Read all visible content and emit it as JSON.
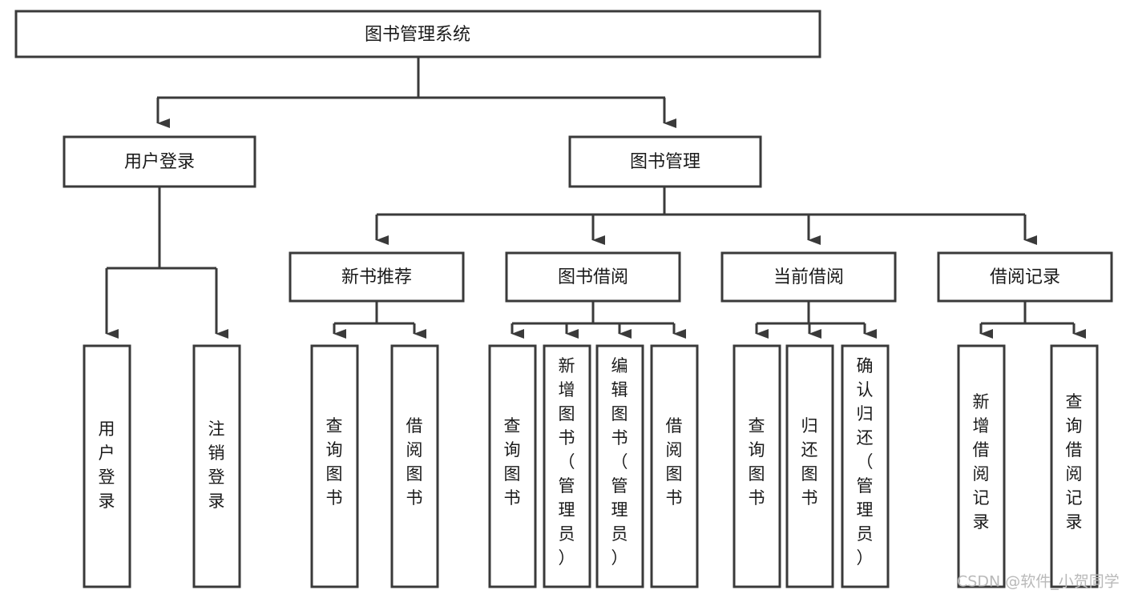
{
  "diagram": {
    "type": "tree",
    "title": "图书管理系统",
    "orientation": "top-down",
    "background_color": "#ffffff",
    "box_stroke_color": "#3a3a3a",
    "box_fill_color": "#ffffff",
    "text_color": "#1a1a1a",
    "levels": 4
  },
  "root": {
    "label": "图书管理系统",
    "text_orientation": "horizontal"
  },
  "level2": {
    "user_login": {
      "label": "用户登录",
      "text_orientation": "horizontal"
    },
    "book_manage": {
      "label": "图书管理",
      "text_orientation": "horizontal"
    }
  },
  "level3": [
    {
      "id": "new-book-recommend",
      "label": "新书推荐",
      "text_orientation": "horizontal"
    },
    {
      "id": "book-borrow",
      "label": "图书借阅",
      "text_orientation": "horizontal"
    },
    {
      "id": "current-borrow",
      "label": "当前借阅",
      "text_orientation": "horizontal"
    },
    {
      "id": "borrow-record",
      "label": "借阅记录",
      "text_orientation": "horizontal"
    }
  ],
  "leaves": {
    "user_login": [
      {
        "id": "leaf-user-login",
        "label": "用户登录",
        "chars": [
          "用",
          "户",
          "登",
          "录"
        ]
      },
      {
        "id": "leaf-user-logout",
        "label": "注销登录",
        "chars": [
          "注",
          "销",
          "登",
          "录"
        ]
      }
    ],
    "new_book_recommend": [
      {
        "id": "leaf-query-book-1",
        "label": "查询图书",
        "chars": [
          "查",
          "询",
          "图",
          "书"
        ]
      },
      {
        "id": "leaf-borrow-book-1",
        "label": "借阅图书",
        "chars": [
          "借",
          "阅",
          "图",
          "书"
        ]
      }
    ],
    "book_borrow": [
      {
        "id": "leaf-query-book-2",
        "label": "查询图书",
        "chars": [
          "查",
          "询",
          "图",
          "书"
        ]
      },
      {
        "id": "leaf-add-book",
        "label": "新增图书（管理员）",
        "chars": [
          "新",
          "增",
          "图",
          "书",
          "（",
          "管",
          "理",
          "员",
          "）"
        ]
      },
      {
        "id": "leaf-edit-book",
        "label": "编辑图书（管理员）",
        "chars": [
          "编",
          "辑",
          "图",
          "书",
          "（",
          "管",
          "理",
          "员",
          "）"
        ]
      },
      {
        "id": "leaf-borrow-book-2",
        "label": "借阅图书",
        "chars": [
          "借",
          "阅",
          "图",
          "书"
        ]
      }
    ],
    "current_borrow": [
      {
        "id": "leaf-query-book-3",
        "label": "查询图书",
        "chars": [
          "查",
          "询",
          "图",
          "书"
        ]
      },
      {
        "id": "leaf-return-book",
        "label": "归还图书",
        "chars": [
          "归",
          "还",
          "图",
          "书"
        ]
      },
      {
        "id": "leaf-confirm-return",
        "label": "确认归还（管理员）",
        "chars": [
          "确",
          "认",
          "归",
          "还",
          "（",
          "管",
          "理",
          "员",
          "）"
        ]
      }
    ],
    "borrow_record": [
      {
        "id": "leaf-add-record",
        "label": "新增借阅记录",
        "chars": [
          "新",
          "增",
          "借",
          "阅",
          "记",
          "录"
        ]
      },
      {
        "id": "leaf-query-record",
        "label": "查询借阅记录",
        "chars": [
          "查",
          "询",
          "借",
          "阅",
          "记",
          "录"
        ]
      }
    ]
  },
  "watermark": {
    "text": "CSDN @软件_小贺同学",
    "color": "#b9b9b9"
  }
}
